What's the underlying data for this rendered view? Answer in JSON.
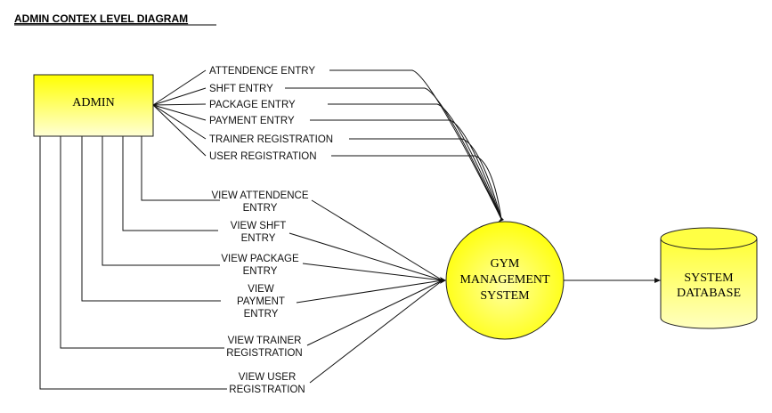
{
  "title": "ADMIN CONTEX LEVEL DIAGRAM",
  "entities": {
    "admin": "ADMIN",
    "system": [
      "GYM",
      "MANAGEMENT",
      "SYSTEM"
    ],
    "database": [
      "SYSTEM",
      "DATABASE"
    ]
  },
  "inputs": [
    [
      "ATTENDENCE ENTRY"
    ],
    [
      "SHFT ENTRY"
    ],
    [
      "PACKAGE ENTRY"
    ],
    [
      "PAYMENT ENTRY"
    ],
    [
      "TRAINER REGISTRATION"
    ],
    [
      "USER REGISTRATION"
    ]
  ],
  "outputs": [
    [
      "VIEW ATTENDENCE",
      "ENTRY"
    ],
    [
      "VIEW SHFT",
      "ENTRY"
    ],
    [
      "VIEW PACKAGE",
      "ENTRY"
    ],
    [
      "VIEW",
      "PAYMENT",
      "ENTRY"
    ],
    [
      "VIEW TRAINER",
      "REGISTRATION"
    ],
    [
      "VIEW USER",
      "REGISTRATION"
    ]
  ],
  "colors": {
    "entity_fill_top": "#ffff00",
    "entity_fill_bottom": "#ffffcc",
    "line": "#111111"
  }
}
